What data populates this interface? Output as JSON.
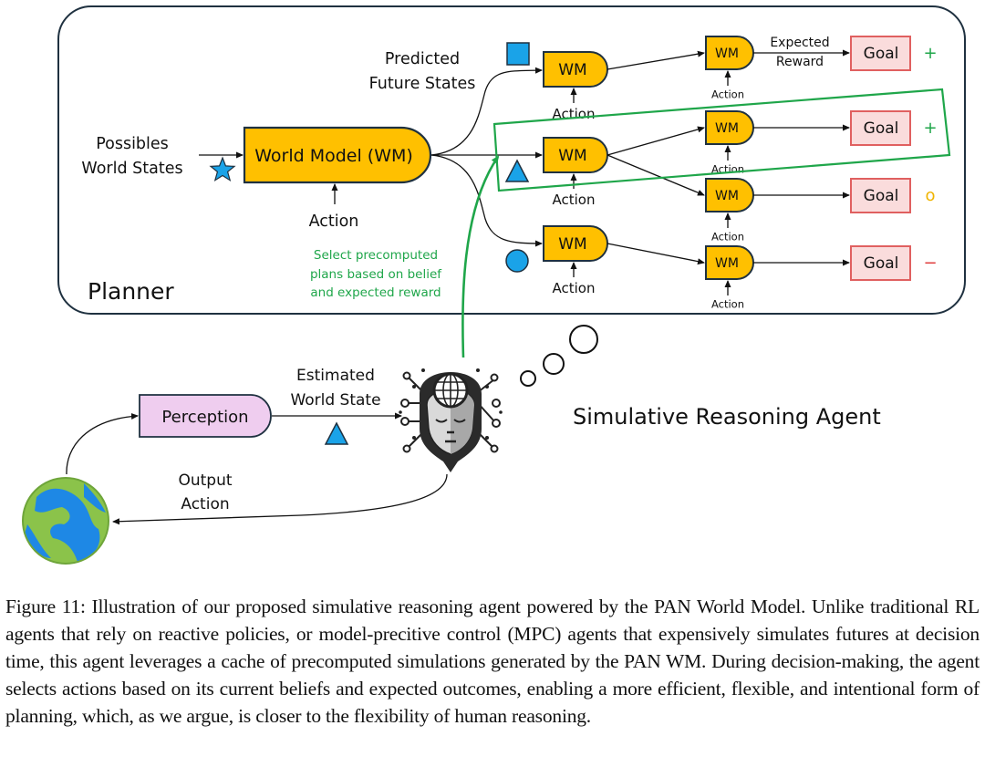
{
  "colors": {
    "wm_fill": "#FFC000",
    "node_stroke": "#1f3140",
    "goal_fill": "#FADCDC",
    "goal_stroke": "#E06060",
    "shape_blue": "#1AA3E8",
    "green": "#1FA64A",
    "perception_fill": "#EFCDEF",
    "orange": "#F0B400",
    "red": "#E03C3C"
  },
  "planner": {
    "label": "Planner",
    "input_label_line1": "Possibles",
    "input_label_line2": "World States",
    "main_node": "World Model (WM)",
    "main_action": "Action",
    "predicted_line1": "Predicted",
    "predicted_line2": "Future States",
    "selection_note": [
      "Select precomputed",
      "plans based on belief",
      "and expected reward"
    ],
    "branches": [
      {
        "state_icon": "square",
        "wm": "WM",
        "action": "Action"
      },
      {
        "state_icon": "triangle",
        "wm": "WM",
        "action": "Action"
      },
      {
        "state_icon": "circle",
        "wm": "WM",
        "action": "Action"
      }
    ],
    "leaves": [
      {
        "wm": "WM",
        "action": "Action",
        "goal": "Goal",
        "reward": "+",
        "reward_kind": "positive"
      },
      {
        "wm": "WM",
        "action": "Action",
        "goal": "Goal",
        "reward": "+",
        "reward_kind": "positive"
      },
      {
        "wm": "WM",
        "action": "Action",
        "goal": "Goal",
        "reward": "o",
        "reward_kind": "neutral"
      },
      {
        "wm": "WM",
        "action": "Action",
        "goal": "Goal",
        "reward": "−",
        "reward_kind": "negative"
      }
    ],
    "expected_line1": "Expected",
    "expected_line2": "Reward"
  },
  "agent": {
    "title": "Simulative Reasoning Agent",
    "perception": "Perception",
    "estimated_line1": "Estimated",
    "estimated_line2": "World State",
    "output_line1": "Output",
    "output_line2": "Action"
  },
  "caption": "Figure 11: Illustration of our proposed simulative reasoning agent powered by the PAN World Model. Unlike traditional RL agents that rely on reactive policies, or model-precitive control (MPC) agents that expensively simulates futures at decision time, this agent leverages a cache of precomputed simulations generated by the PAN WM. During decision-making, the agent selects actions based on its current beliefs and expected outcomes, enabling a more efficient, flexible, and intentional form of planning, which, as we argue, is closer to the flexibility of human reasoning."
}
